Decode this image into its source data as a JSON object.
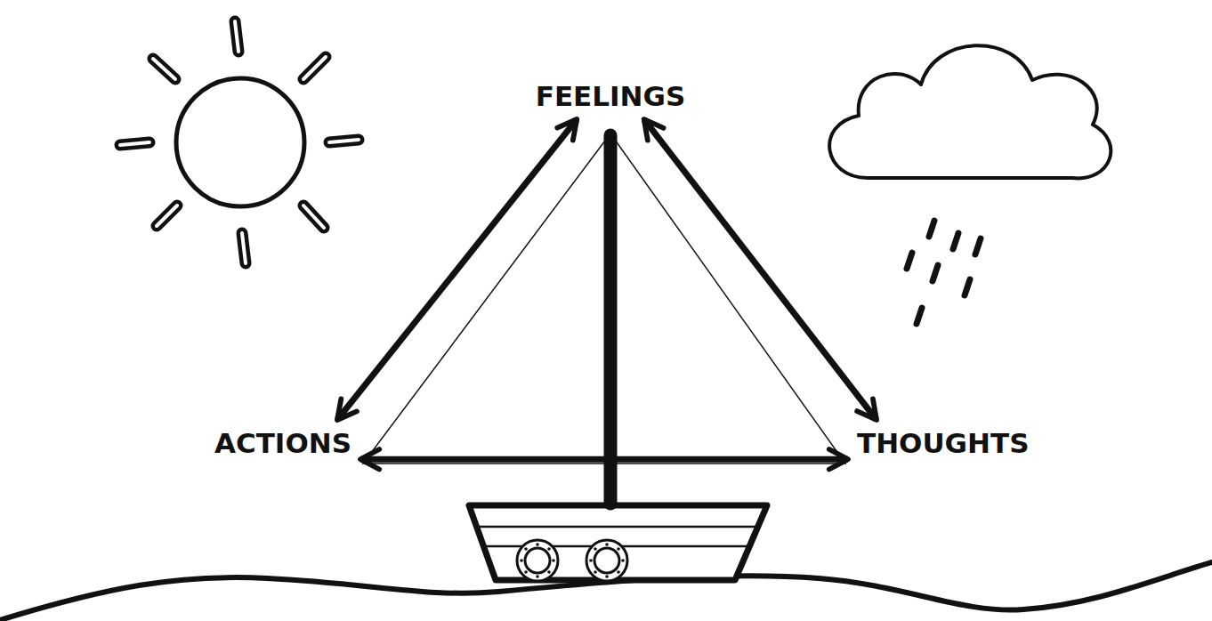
{
  "diagram": {
    "nodes": [
      {
        "text": [
          "FEELINGS"
        ]
      },
      {
        "text": [
          "ACTIONS"
        ]
      },
      {
        "text": [
          "THOUGHTS"
        ]
      }
    ],
    "edges": [
      {
        "from": 0,
        "to": 1,
        "arrow": "both"
      },
      {
        "from": 0,
        "to": 2,
        "arrow": "both"
      },
      {
        "from": 1,
        "to": 2,
        "arrow": "both"
      }
    ]
  }
}
